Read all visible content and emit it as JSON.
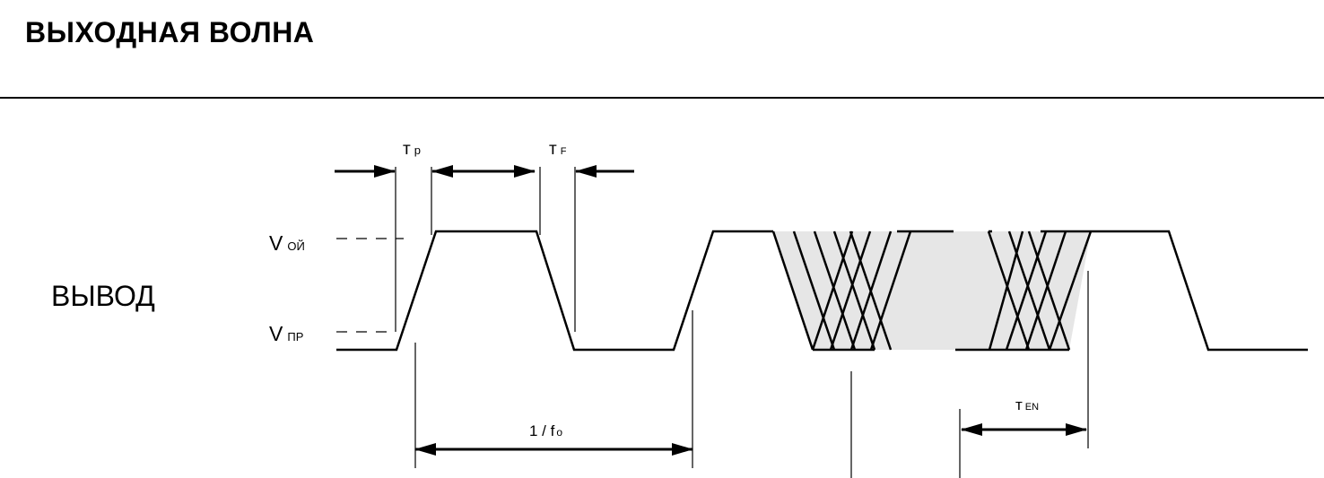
{
  "title": "ВЫХОДНАЯ ВОЛНА",
  "signal_label": "ВЫВОД",
  "levels": {
    "high": {
      "main": "V",
      "sub": "ОЙ"
    },
    "low": {
      "main": "V",
      "sub": "ПР"
    }
  },
  "timing": {
    "rise": {
      "main": "т",
      "sub": "р"
    },
    "fall": {
      "main": "т",
      "sub": "F"
    },
    "period": {
      "main": "1 / f",
      "sub": "o"
    },
    "enable": {
      "main": "т",
      "sub": "EN"
    }
  },
  "colors": {
    "line": "#000000",
    "shade": "#e6e6e6"
  }
}
